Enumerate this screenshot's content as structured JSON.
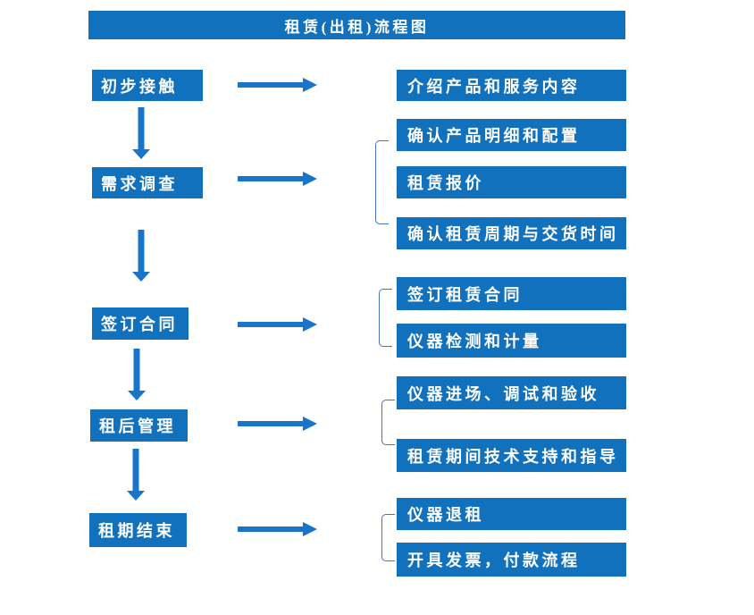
{
  "title": "租赁(出租)流程图",
  "colors": {
    "box_blue": "#1171BC",
    "arrow_blue": "#1875CA",
    "bracket_blue": "#4473C0",
    "text_white": "#FFFFFF",
    "page_bg": "#FFFFFF"
  },
  "steps": [
    {
      "label": "初步接触",
      "details": [
        "介绍产品和服务内容"
      ]
    },
    {
      "label": "需求调查",
      "details": [
        "确认产品明细和配置",
        "租赁报价",
        "确认租赁周期与交货时间"
      ]
    },
    {
      "label": "签订合同",
      "details": [
        "签订租赁合同",
        "仪器检测和计量"
      ]
    },
    {
      "label": "租后管理",
      "details": [
        "仪器进场、调试和验收",
        "租赁期间技术支持和指导"
      ]
    },
    {
      "label": "租期结束",
      "details": [
        "仪器退租",
        "开具发票，付款流程"
      ]
    }
  ]
}
